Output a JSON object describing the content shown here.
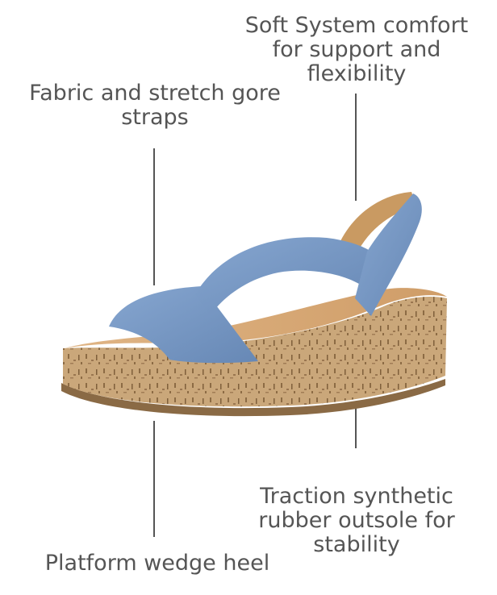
{
  "callouts": {
    "comfort": "Soft System comfort\nfor support and\nflexibility",
    "straps": "Fabric and stretch gore\nstraps",
    "outsole": "Traction synthetic\nrubber outsole for\nstability",
    "heel": "Platform wedge heel"
  },
  "colors": {
    "text": "#555555",
    "strap": "#7b9bc6",
    "cork": "#c9a77a",
    "insole": "#d9a777",
    "outsole": "#8a6a45"
  },
  "product_image": "blue-stretch-strap-cork-wedge-sandal"
}
